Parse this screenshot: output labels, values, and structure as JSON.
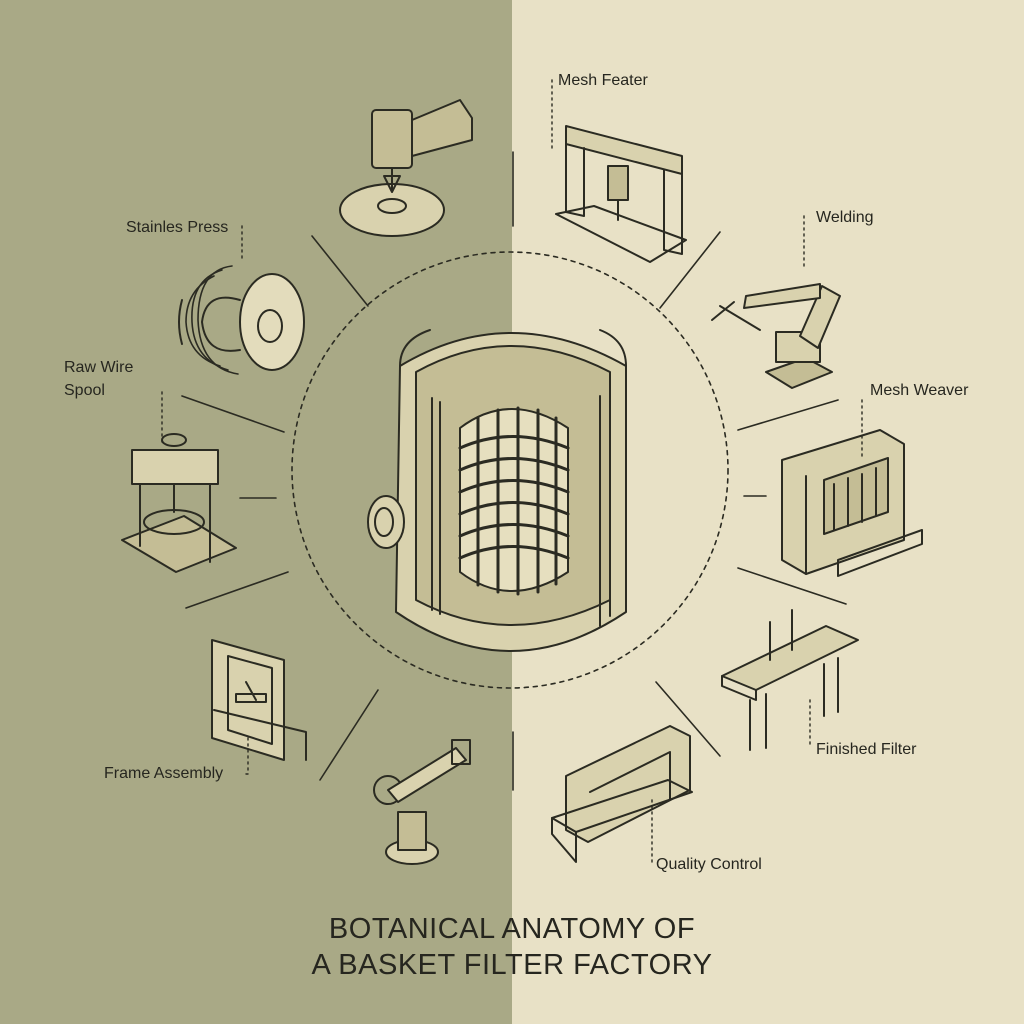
{
  "colors": {
    "left_panel": "#a9a986",
    "right_panel": "#e8e1c6",
    "ink": "#2b2b22",
    "fill_light": "#e3dcbc",
    "fill_mid": "#c9c39c"
  },
  "labels": {
    "stainless_press": "Stainles Press",
    "raw_wire_spool_line1": "Raw Wire",
    "raw_wire_spool_line2": "Spool",
    "frame_assembly": "Frame Assembly",
    "mesh_feater": "Mesh Feater",
    "welding": "Welding",
    "mesh_weaver": "Mesh Weaver",
    "finished_filter": "Finished Filter",
    "quality_control": "Quality Control"
  },
  "title": {
    "line1": "BOTANICAL ANATOMY OF",
    "line2": "A BASKET FILTER FACTORY"
  },
  "icons": [
    "drill-press-icon",
    "wire-spool-icon",
    "hydraulic-press-icon",
    "assembly-frame-icon",
    "robotic-arm-icon",
    "portal-frame-icon",
    "welding-robot-icon",
    "mesh-loom-icon",
    "workbench-icon",
    "inspection-station-icon",
    "basket-filter-housing-icon"
  ]
}
